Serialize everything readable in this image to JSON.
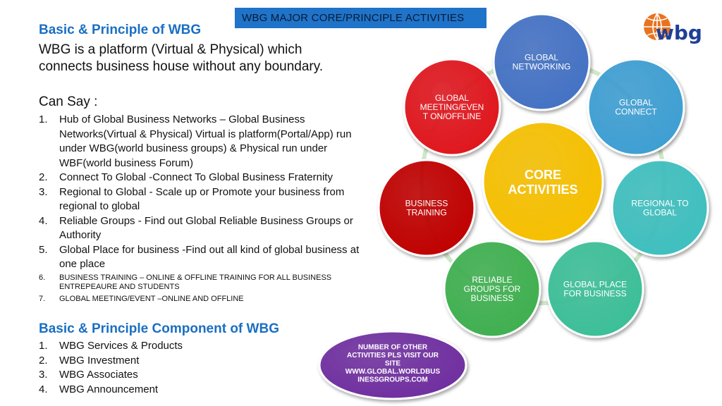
{
  "banner": "WBG MAJOR CORE/PRINCIPLE  ACTIVITIES",
  "logo_text": "wbg",
  "section1": {
    "heading": "Basic & Principle of WBG",
    "intro_lines": [
      "WBG is a platform (Virtual & Physical) which",
      "connects business house without any boundary."
    ],
    "can_say": "Can Say :",
    "items": [
      {
        "num": "1.",
        "text": "Hub of Global Business Networks – Global Business Networks(Virtual & Physical) Virtual is platform(Portal/App) run under WBG(world business groups) & Physical run under WBF(world business Forum)"
      },
      {
        "num": "2.",
        "text": "Connect To Global -Connect To Global Business Fraternity"
      },
      {
        "num": "3.",
        "text": "Regional to Global - Scale up or  Promote your business from regional to global"
      },
      {
        "num": "4.",
        "text": "Reliable Groups - Find out Global Reliable Business Groups or Authority"
      },
      {
        "num": "5.",
        "text": "Global Place for business -Find out all kind of global business at one place"
      },
      {
        "num": "6.",
        "text": "BUSINESS TRAINING – ONLINE & OFFLINE TRAINING FOR ALL BUSINESS ENTREPEAURE AND STUDENTS"
      },
      {
        "num": "7.",
        "text": "GLOBAL MEETING/EVENT –ONLINE AND OFFLINE"
      }
    ]
  },
  "section2": {
    "heading": "Basic & Principle Component of WBG",
    "items": [
      {
        "num": "1.",
        "text": "WBG Services & Products"
      },
      {
        "num": "2.",
        "text": "WBG Investment"
      },
      {
        "num": "3.",
        "text": "WBG Associates"
      },
      {
        "num": "4.",
        "text": "WBG Announcement"
      }
    ]
  },
  "diagram": {
    "center": {
      "lines": [
        "CORE",
        "ACTIVITIES"
      ],
      "color": "#f6c000"
    },
    "nodes": [
      {
        "lines": [
          "GLOBAL",
          "NETWORKING"
        ],
        "color": "#4472c4"
      },
      {
        "lines": [
          "GLOBAL",
          "CONNECT"
        ],
        "color": "#3e9fd3"
      },
      {
        "lines": [
          "REGIONAL TO",
          "GLOBAL"
        ],
        "color": "#3fbfbf"
      },
      {
        "lines": [
          "GLOBAL PLACE",
          "FOR BUSINESS"
        ],
        "color": "#3cbf98"
      },
      {
        "lines": [
          "RELIABLE",
          "GROUPS FOR",
          "BUSINESS"
        ],
        "color": "#3fb050"
      },
      {
        "lines": [
          "BUSINESS",
          "TRAINING"
        ],
        "color": "#c00000"
      },
      {
        "lines": [
          "GLOBAL",
          "MEETING/EVEN",
          "T ON/OFFLINE"
        ],
        "color": "#e0141e"
      }
    ],
    "note": {
      "lines": [
        "NUMBER OF OTHER",
        "ACTIVITIES PLS VISIT OUR",
        "SITE",
        "WWW.GLOBAL.WORLDBUS",
        "INESSGROUPS.COM"
      ],
      "color": "#7030a0"
    }
  }
}
